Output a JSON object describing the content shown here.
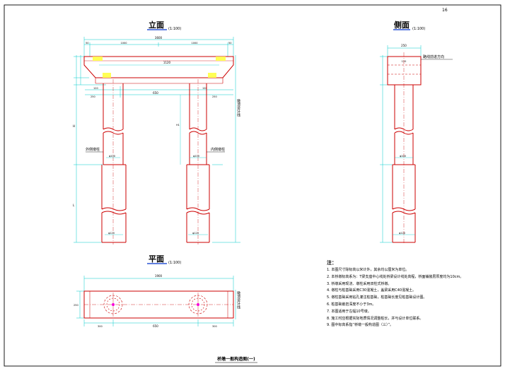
{
  "page_number": "16",
  "sheet_title": "桥墩一般构造图(一)",
  "elevation": {
    "title": "立面",
    "scale": "(1:100)"
  },
  "side_view": {
    "title": "侧面",
    "scale": "(1:100)",
    "callout": "路线前进方向"
  },
  "plan": {
    "title": "平面",
    "scale": "(1:100)"
  },
  "labels": {
    "left_pier": "外侧墩柱",
    "right_pier": "内侧墩柱",
    "cap_note_elev": "墩顶设计线",
    "cap_note_plan": "墩顶设计线"
  },
  "dims": {
    "elev_total": "3600",
    "elev_left_end": "50",
    "elev_right_end": "50",
    "elev_left_mid": "1000",
    "elev_right_mid": "1000",
    "elev_cap_inner": "1120",
    "elev_col_left": "120",
    "elev_col_right": "120",
    "elev_spacing": "650",
    "elev_left_out": "250",
    "elev_right_out": "250",
    "elev_height_H": "H",
    "elev_height_L": "L",
    "elev_h1": "H1",
    "elev_col_dia": "φ100",
    "elev_pile_dia": "φ120",
    "side_top": "250",
    "side_cap_inner": "120",
    "side_col_dia": "φ100",
    "side_pile_dia": "φ120",
    "plan_total": "1900",
    "plan_width": "250",
    "plan_left": "300",
    "plan_mid": "650",
    "plan_right": "300"
  },
  "notes": {
    "heading": "注：",
    "items": [
      "1. 本图尺寸除标高以米计外，其余均以厘米为单位。",
      "2. 本桥墩标高系为：T梁支座中心线处桥梁设计线处高程，桥面铺装层厚度均为10cm。",
      "3. 桥墩采用现浇、墩柱采用双柱式桥墩。",
      "4. 墩柱与桩基础采用C30混凝土，盖梁采用C40混凝土。",
      "5. 墩柱基础采用钻孔灌注桩基础，桩基础长度见桩基础设计图。",
      "6. 桩基础嵌岩深度不小于3m。",
      "7. 本图适用于左幅10号墩。",
      "8. 施工时应根据实际地质情况调整桩长，并与设计单位联系。",
      "9. 图中标高系指“桥墩一般构造图（三）”。"
    ]
  }
}
